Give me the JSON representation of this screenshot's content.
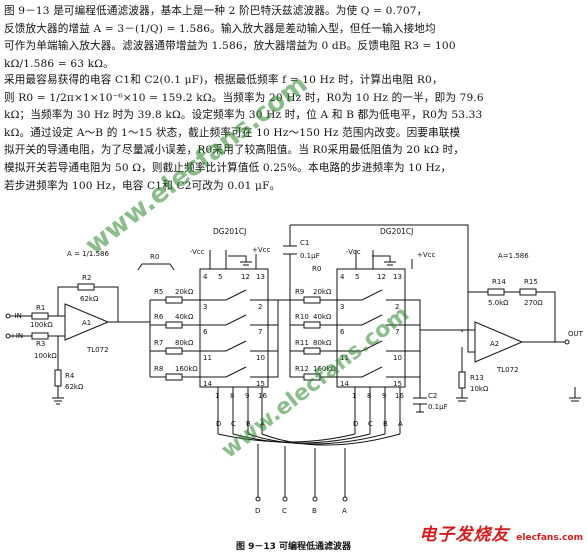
{
  "text": {
    "p1": [
      "图 9－13 是可编程低通滤波器，基本上是一种 2 阶巴特沃兹滤波器。为使 Q = 0.707，",
      "反馈放大器的增益 A = 3－(1/Q) = 1.586。输入放大器是差动输入型，但任一输入接地均",
      "可作为单端输入放大器。滤波器通带增益为 1.586，放大器增益为 0 dB。反馈电阻 R3 = 100",
      "kΩ/1.586 = 63 kΩ。"
    ],
    "p2": [
      "采用最容易获得的电容 C1和 C2(0.1 μF)，根据最低频率 f = 10 Hz 时，计算出电阻 R0，",
      "则 R0 = 1/2π×1×10⁻⁶×10 = 159.2 kΩ。当频率为 20 Hz 时，R0为 10 Hz 的一半，即为 79.6",
      "kΩ；当频率为 30 Hz 时为 39.8 kΩ。设定频率为 30 Hz 时，位 A 和 B 都为低电平，R0为 53.33",
      "kΩ。通过设定 A～B 的 1～15 状态，截止频率可在 10 Hz～150 Hz 范围内改变。因要串联模",
      "拟开关的导通电阻，为了尽量减小误差，R0采用了较高阻值。当 R0采用最低阻值为 20 kΩ 时，",
      "模拟开关若导通电阻为 50 Ω，则截止频率比计算值低 0.25%。本电路的步进频率为 10 Hz，",
      "若步进频率为 100 Hz，电容 C1和 C2可改为 0.01 μF。"
    ]
  },
  "schematic": {
    "ic1": "DG201CJ",
    "ic2": "DG201CJ",
    "vcc_neg": "-Vcc",
    "vcc_pos": "+Vcc",
    "gain_left": "A = 1/1.586",
    "gain_right": "A=1.586",
    "opamp1_label": "A1",
    "opamp2_label": "A2",
    "opamp_type": "TL072",
    "in_neg": "-IN",
    "in_pos": "+IN",
    "out": "OUT",
    "r1": "R1",
    "r1_val": "100kΩ",
    "r2": "R2",
    "r2_val": "62kΩ",
    "r3": "R3",
    "r3_val": "100kΩ",
    "r4": "R4",
    "r4_val": "62kΩ",
    "r0": "R0",
    "rbank1": [
      [
        "R5",
        "20kΩ"
      ],
      [
        "R6",
        "40kΩ"
      ],
      [
        "R7",
        "80kΩ"
      ],
      [
        "R8",
        "160kΩ"
      ]
    ],
    "rbank2": [
      [
        "R9",
        "20kΩ"
      ],
      [
        "R10",
        "40kΩ"
      ],
      [
        "R11",
        "80kΩ"
      ],
      [
        "R12",
        "160kΩ"
      ]
    ],
    "r13": "R13",
    "r13_val": "10kΩ",
    "r14": "R14",
    "r14_val": "5.0kΩ",
    "r15": "R15",
    "r15_val": "270Ω",
    "c1": "C1",
    "c1_val": "0.1μF",
    "c2": "C2",
    "c2_val": "0.1μF",
    "pins_left_top": [
      "4",
      "5",
      "12",
      "13"
    ],
    "pins_left_side": [
      "3",
      "6",
      "11",
      "14"
    ],
    "pins_right_side": [
      "2",
      "7",
      "10",
      "15"
    ],
    "pins_bottom": [
      "1",
      "8",
      "9",
      "16"
    ],
    "ctrl": [
      "D",
      "C",
      "B",
      "A"
    ]
  },
  "caption": "图 9－13   可编程低通滤波器",
  "watermarks": [
    "www.elecfans.com",
    "www.elecfans.com"
  ],
  "logo": {
    "main": "电子发烧友",
    "sub": "elecfans.com"
  }
}
